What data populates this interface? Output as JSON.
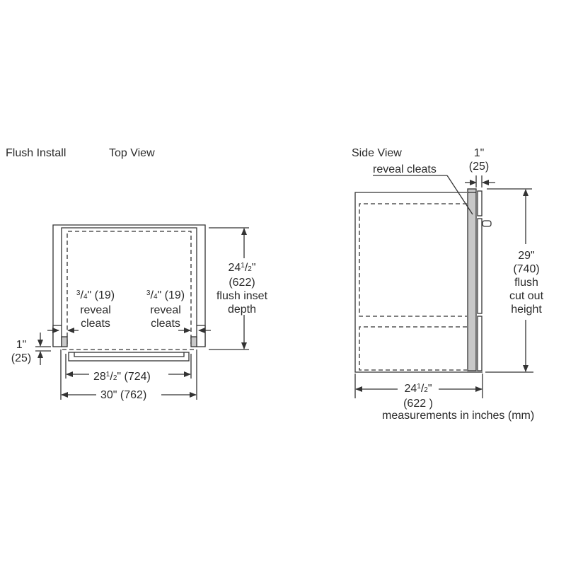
{
  "top_view": {
    "heading_left": "Flush Install",
    "heading_right": "Top View",
    "depth": {
      "whole": "24",
      "num": "1",
      "den": "2",
      "inch": "\"",
      "mm": "(622)",
      "label_line1": "flush inset",
      "label_line2": "depth"
    },
    "cleat_left": {
      "num": "3",
      "den": "4",
      "rest": "\" (19)",
      "line1": "reveal",
      "line2": "cleats"
    },
    "cleat_right": {
      "num": "3",
      "den": "4",
      "rest": "\" (19)",
      "line1": "reveal",
      "line2": "cleats"
    },
    "front_offset": {
      "inch": "1\"",
      "mm": "(25)"
    },
    "inner_width": {
      "whole": "28",
      "num": "1",
      "den": "2",
      "rest": "\" (724)"
    },
    "outer_width": {
      "text": "30\" (762)"
    }
  },
  "side_view": {
    "heading": "Side View",
    "callout": "reveal cleats",
    "panel_thickness": {
      "inch": "1\"",
      "mm": "(25)"
    },
    "height": {
      "inch": "29\"",
      "mm": "(740)",
      "line1": "flush",
      "line2": "cut out",
      "line3": "height"
    },
    "depth": {
      "whole": "24",
      "num": "1",
      "den": "2",
      "inch": "\"",
      "mm": "(622 )"
    }
  },
  "footer": {
    "note": "measurements in inches (mm)"
  },
  "colors": {
    "line": "#333333",
    "cleat_fill": "#c8c8c8",
    "background": "#ffffff"
  }
}
